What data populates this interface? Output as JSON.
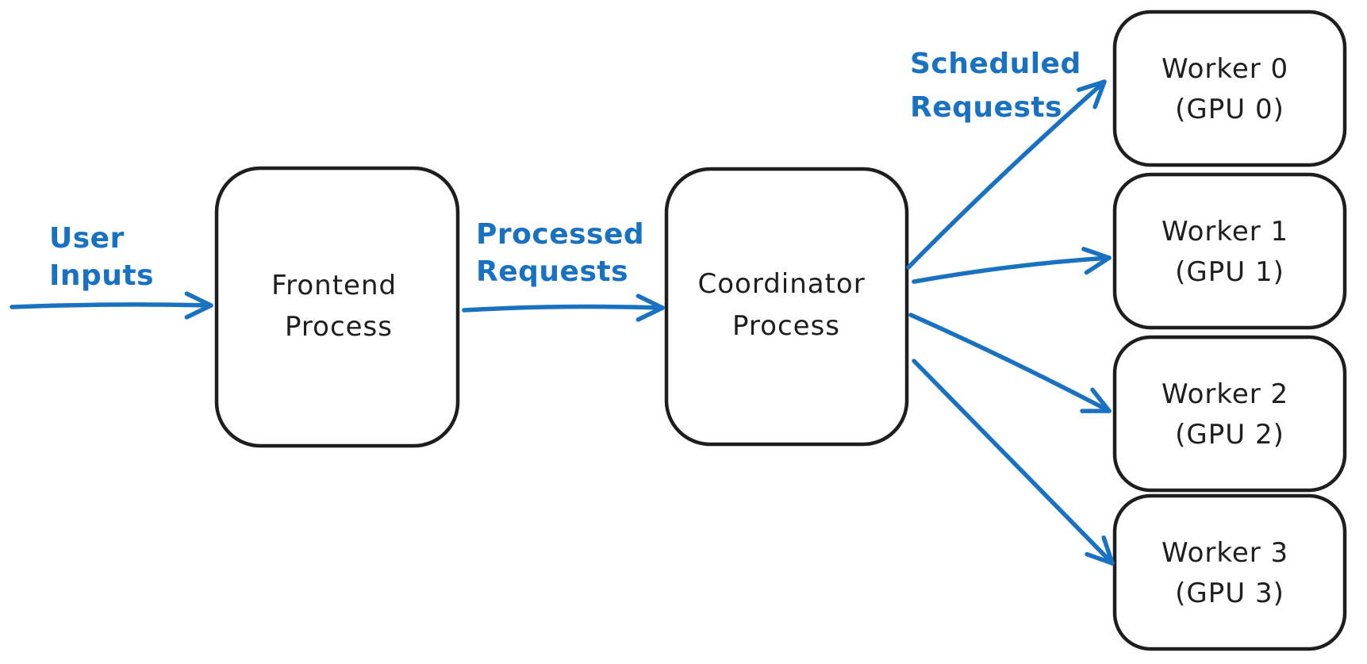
{
  "diagram": {
    "type": "flow",
    "colors": {
      "background": "#ffffff",
      "node_stroke": "#1e1e1e",
      "node_fill": "#ffffff",
      "accent": "#1971c2"
    },
    "nodes": [
      {
        "id": "frontend-process",
        "label": "Frontend Process",
        "lines": [
          "Frontend",
          "Process"
        ]
      },
      {
        "id": "coordinator-process",
        "label": "Coordinator Process",
        "lines": [
          "Coordinator",
          "Process"
        ]
      },
      {
        "id": "worker-0",
        "label": "Worker 0 (GPU 0)",
        "lines": [
          "Worker 0",
          "(GPU 0)"
        ]
      },
      {
        "id": "worker-1",
        "label": "Worker 1 (GPU 1)",
        "lines": [
          "Worker 1",
          "(GPU 1)"
        ]
      },
      {
        "id": "worker-2",
        "label": "Worker 2 (GPU 2)",
        "lines": [
          "Worker 2",
          "(GPU 2)"
        ]
      },
      {
        "id": "worker-3",
        "label": "Worker 3 (GPU 3)",
        "lines": [
          "Worker 3",
          "(GPU 3)"
        ]
      }
    ],
    "edge_labels": [
      {
        "id": "user-inputs",
        "lines": [
          "User",
          "Inputs"
        ]
      },
      {
        "id": "processed-requests",
        "lines": [
          "Processed",
          "Requests"
        ]
      },
      {
        "id": "scheduled-requests",
        "lines": [
          "Scheduled",
          "Requests"
        ]
      }
    ],
    "edges": [
      {
        "from": "external",
        "to": "frontend-process",
        "label": "User Inputs"
      },
      {
        "from": "frontend-process",
        "to": "coordinator-process",
        "label": "Processed Requests"
      },
      {
        "from": "coordinator-process",
        "to": "worker-0",
        "label": "Scheduled Requests"
      },
      {
        "from": "coordinator-process",
        "to": "worker-1",
        "label": "Scheduled Requests"
      },
      {
        "from": "coordinator-process",
        "to": "worker-2",
        "label": "Scheduled Requests"
      },
      {
        "from": "coordinator-process",
        "to": "worker-3",
        "label": "Scheduled Requests"
      }
    ]
  }
}
